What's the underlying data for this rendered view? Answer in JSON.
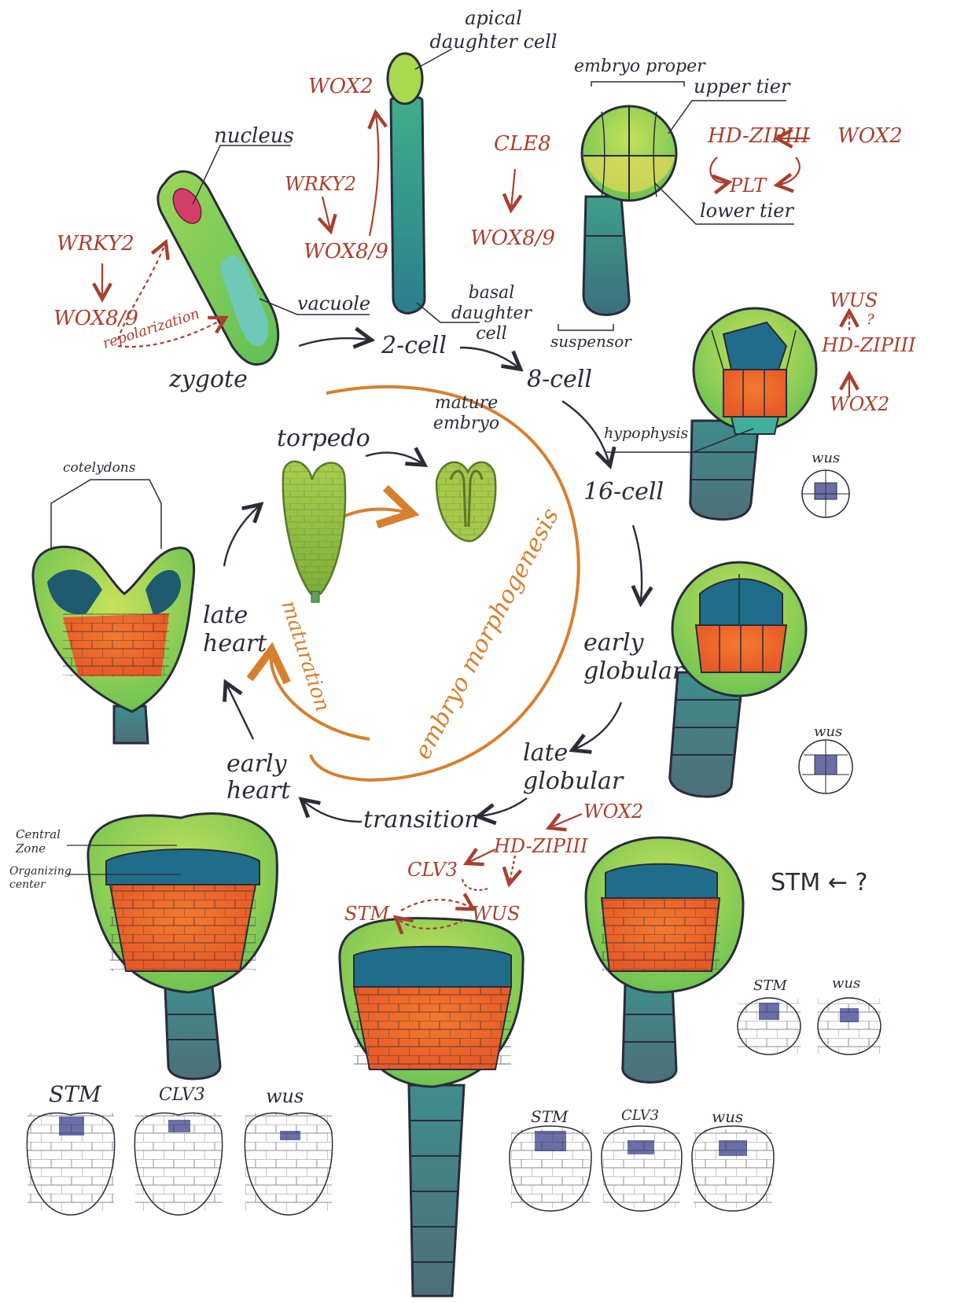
{
  "stages": {
    "zygote": "zygote",
    "two_cell": "2-cell",
    "eight_cell": "8-cell",
    "sixteen_cell": "16-cell",
    "early_globular": "early globular",
    "late_globular": "late globular",
    "transition": "transition",
    "early_heart": "early heart",
    "late_heart": "late heart",
    "torpedo": "torpedo",
    "mature_embryo": "mature embryo"
  },
  "anatomy": {
    "nucleus": "nucleus",
    "vacuole": "vacuole",
    "apical_daughter_cell": "apical daughter cell",
    "basal_daughter_cell": "basal daughter cell",
    "embryo_proper": "embryo proper",
    "upper_tier": "upper tier",
    "lower_tier": "lower tier",
    "suspensor": "suspensor",
    "hypophysis": "hypophysis",
    "cotelydons": "cotelydons",
    "central_zone": "Central Zone",
    "organizing_center": "Organizing center"
  },
  "genes": {
    "wrky2_zygote": "WRKY2",
    "wox89_zygote": "WOX8/9",
    "repolarization": "repolarization",
    "wox2_two_cell": "WOX2",
    "wrky2_two_cell": "WRKY2",
    "wox89_two_cell": "WOX8/9",
    "cle8": "CLE8",
    "wox89_eight_cell": "WOX8/9",
    "hdzip_eight_cell": "HD-ZIPIII",
    "wox2_eight_cell": "WOX2",
    "plt": "PLT",
    "wus_sixteen": "WUS",
    "question_sixteen": "?",
    "hdzip_sixteen": "HD-ZIPIII",
    "wox2_sixteen": "WOX2",
    "wox2_transition": "WOX2",
    "hdzip_transition": "HD-ZIPIII",
    "clv3_transition": "CLV3",
    "stm_transition": "STM",
    "wus_transition": "WUS",
    "stm_question": "STM ← ?"
  },
  "phases": {
    "morphogenesis": "embryo morphogenesis",
    "maturation": "maturation"
  },
  "mini_labels": {
    "wus_16": "wus",
    "wus_early_globular": "wus",
    "stm_late_globular": "STM",
    "wus_late_globular": "wus",
    "stm_transition": "STM",
    "clv3_transition": "CLV3",
    "wus_transition": "wus",
    "stm_heart": "STM",
    "clv3_heart": "CLV3",
    "wus_heart": "wus"
  },
  "colors": {
    "ink": "#2a2c3a",
    "gene": "#a8402e",
    "phase": "#d6802f",
    "green_light": "#b9dd5a",
    "green": "#6fc252",
    "teal": "#2f8f8a",
    "blue_dark": "#1f5a6e",
    "orange": "#ee6a2a",
    "yellow": "#e6d64a",
    "suspensor": "#4a8a8a",
    "marker": "#6b6fa8"
  }
}
